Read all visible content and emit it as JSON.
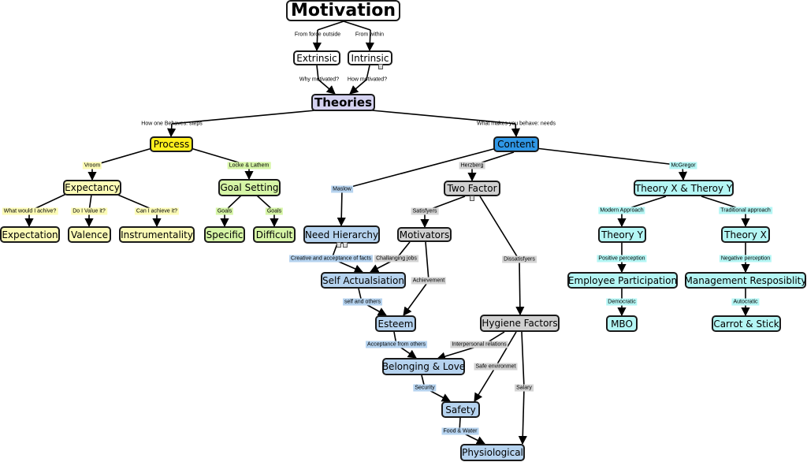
{
  "colors": {
    "white": "#ffffff",
    "lavender": "#d4d2f0",
    "yellow": "#ffef1e",
    "cream": "#fcfbb6",
    "green": "#d6f5a6",
    "blue": "#2f97e6",
    "gray": "#d0d0d0",
    "lightblue": "#b6d3ef",
    "cyan": "#b4f6f4",
    "label_yellow": "#fcfbb6",
    "label_green": "#d6f5a6",
    "label_blue": "#b6d3ef",
    "label_gray": "#d4d4d4",
    "label_cyan": "#b4f6f4"
  },
  "nodes": {
    "motivation": "Motivation",
    "extrinsic": "Extrinsic",
    "intrinsic": "Intrinsic",
    "theories": "Theories",
    "process": "Process",
    "content": "Content",
    "expectancy": "Expectancy",
    "goal_setting": "Goal Setting",
    "expectation": "Expectation",
    "valence": "Valence",
    "instrumentality": "Instrumentality",
    "specific": "Specific",
    "difficult": "Difficult",
    "two_factor": "Two Factor",
    "need_hierarchy": "Need Hierarchy",
    "motivators": "Motivators",
    "self_actualisation": "Self Actualsiation",
    "esteem": "Esteem",
    "belonging_love": "Belonging & Love",
    "safety": "Safety",
    "physiological": "Physiological",
    "hygiene_factors": "Hygiene Factors",
    "theory_xy": "Theory X & Theroy Y",
    "theory_y": "Theory Y",
    "theory_x": "Theory X",
    "employee_participation": "Employee Participation",
    "management_responsibility": "Management Resposiblity",
    "mbo": "MBO",
    "carrot_stick": "Carrot & Stick"
  },
  "links": {
    "from_force_outside": "From force outside",
    "from_within": "From within",
    "why_motivated": "Why motivated?",
    "how_motivated": "How motivated?",
    "how_one_behaves": "How one Behaves: steps",
    "what_makes_you_behave": "What makes you behave: needs",
    "vroom": "Vroom",
    "locke_lathem": "Locke & Lathem",
    "what_would_i_achive": "What would I achive?",
    "do_i_value_it": "Do I Value it?",
    "can_i_achieve_it": "Can I achieve it?",
    "goals_1": "Goals",
    "goals_2": "Goals",
    "maslow": "Maslow",
    "herzberg": "Herzberg",
    "mcgregor": "McGregor",
    "satisfyers": "Satisfyers",
    "dissatisfyers": "Dissatisfyers",
    "creative_acceptance": "Creative and acceptance of facts",
    "challanging_jobs": "Challanging jobs",
    "achievement": "Achievement",
    "self_and_others": "self and others",
    "acceptance_from_others": "Acceptance from others",
    "interpersonal_relations": "Interpersonal relations",
    "safe_environmet": "Safe environmet",
    "salary": "Salary",
    "security": "Security",
    "food_water": "Food & Water",
    "modern_approach": "Modern Approach",
    "traditional_approach": "Traditional approach",
    "positive_perception": "Positive perception",
    "negative_perception": "Negative perception",
    "democratic": "Democratic",
    "autocratic": "Autocratic"
  }
}
